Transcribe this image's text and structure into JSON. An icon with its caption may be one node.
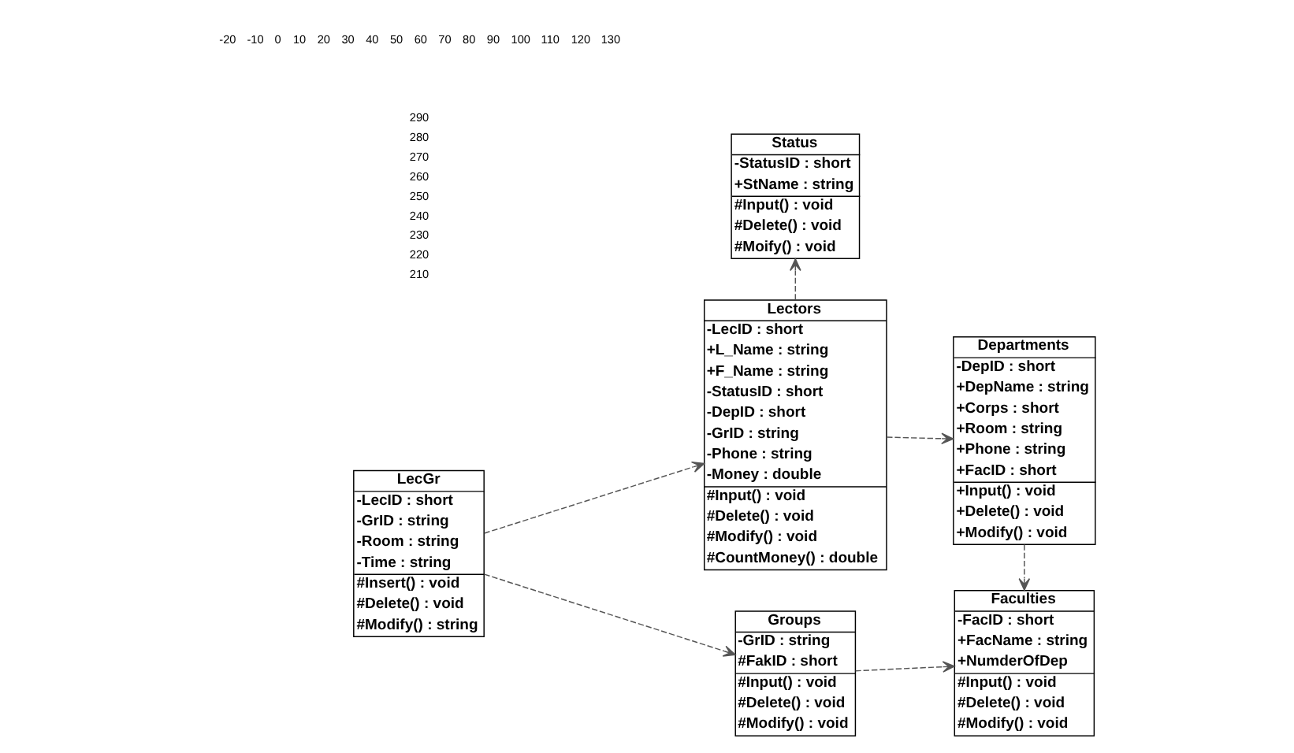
{
  "diagram": {
    "nodes": [
      {
        "text": [
          "Status",
          "-StatusID : short",
          "+StName : string",
          "#Input() : void",
          "#Delete() : void",
          "#Moify() : void"
        ]
      },
      {
        "text": [
          "LecGr",
          "-LecID : short",
          "-GrID : string",
          "-Room : string",
          "-Time : string",
          "#Insert() : void",
          "#Delete() : void",
          "#Modify() : string"
        ]
      },
      {
        "text": [
          "Lectors",
          "-LecID : short",
          "+L_Name : string",
          "+F_Name : string",
          "-StatusID : short",
          "-DepID : short",
          "-GrID : string",
          "-Phone : string",
          "-Money : double",
          "#Input() : void",
          "#Delete() : void",
          "#Modify() : void",
          "#CountMoney() : double"
        ]
      },
      {
        "text": [
          "Departments",
          "-DepID : short",
          "+DepName : string",
          "+Corps : short",
          "+Room : string",
          "+Phone : string",
          "+FacID : short",
          "+Input() : void",
          "+Delete() : void",
          "+Modify() : void"
        ]
      },
      {
        "text": [
          "Groups",
          "-GrID : string",
          "#FakID : short",
          "#Input() : void",
          "#Delete() : void",
          "#Modify() : void"
        ]
      },
      {
        "text": [
          "Faculties",
          "-FacID : short",
          "+FacName : string",
          "+NumderOfDep",
          "#Input() : void",
          "#Delete() : void",
          "#Modify() : void"
        ]
      }
    ],
    "edges": [
      {
        "from": 2,
        "to": 0,
        "arrow": "to",
        "style": "dashed"
      },
      {
        "from": 1,
        "to": 2,
        "arrow": "to",
        "style": "dashed"
      },
      {
        "from": 1,
        "to": 4,
        "arrow": "to",
        "style": "dashed"
      },
      {
        "from": 2,
        "to": 3,
        "arrow": "to",
        "style": "dashed"
      },
      {
        "from": 3,
        "to": 5,
        "arrow": "to",
        "style": "dashed"
      },
      {
        "from": 4,
        "to": 5,
        "arrow": "to",
        "style": "dashed"
      }
    ],
    "labels": [
      "-20",
      "-10",
      "0",
      "10",
      "20",
      "30",
      "40",
      "50",
      "60",
      "70",
      "80",
      "90",
      "100",
      "110",
      "120",
      "130",
      "290",
      "280",
      "270",
      "260",
      "250",
      "240",
      "230",
      "220",
      "210"
    ]
  }
}
